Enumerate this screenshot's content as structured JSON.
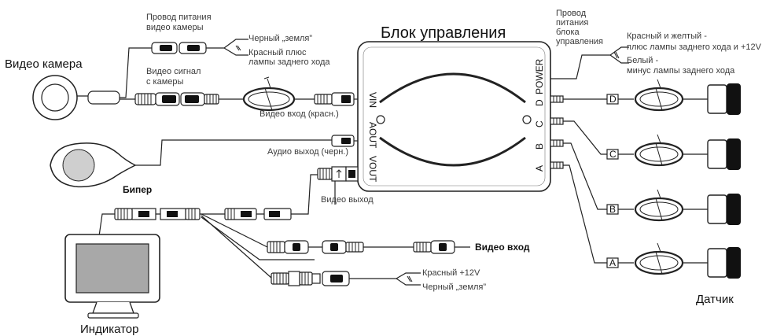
{
  "title": "Блок управления",
  "camera": {
    "label": "Видео камера",
    "power_label_1": "Провод питания",
    "power_label_2": "видео камеры",
    "ground_label": "Черный „земля”",
    "plus_label_1": "Красный плюс",
    "plus_label_2": "лампы заднего хода",
    "signal_label_1": "Видео сигнал",
    "signal_label_2": "с камеры"
  },
  "control_unit": {
    "ports": {
      "vin": "VIN",
      "aout": "AOUT",
      "vout": "VOUT",
      "power": "POWER",
      "d": "D",
      "c": "C",
      "b": "B",
      "a": "A"
    },
    "video_in_label": "Видео вход (красн.)",
    "audio_out_label": "Аудио выход (черн.)",
    "video_out_label": "Видео выход",
    "power_wire_label_1": "Провод",
    "power_wire_label_2": "питания",
    "power_wire_label_3": "блока",
    "power_wire_label_4": "управления",
    "red_yellow_label_1": "Красный и желтый -",
    "red_yellow_label_2": "плюс лампы заднего хода и +12V",
    "white_label_1": "Белый  -",
    "white_label_2": "минус лампы заднего хода"
  },
  "beeper": {
    "label": "Бипер"
  },
  "display": {
    "label": "Индикатор",
    "video_in_label": "Видео вход",
    "red_label": "Красный +12V",
    "black_label": "Черный „земля”"
  },
  "sensors": {
    "label": "Датчик",
    "tags": [
      "D",
      "C",
      "B",
      "A"
    ]
  }
}
